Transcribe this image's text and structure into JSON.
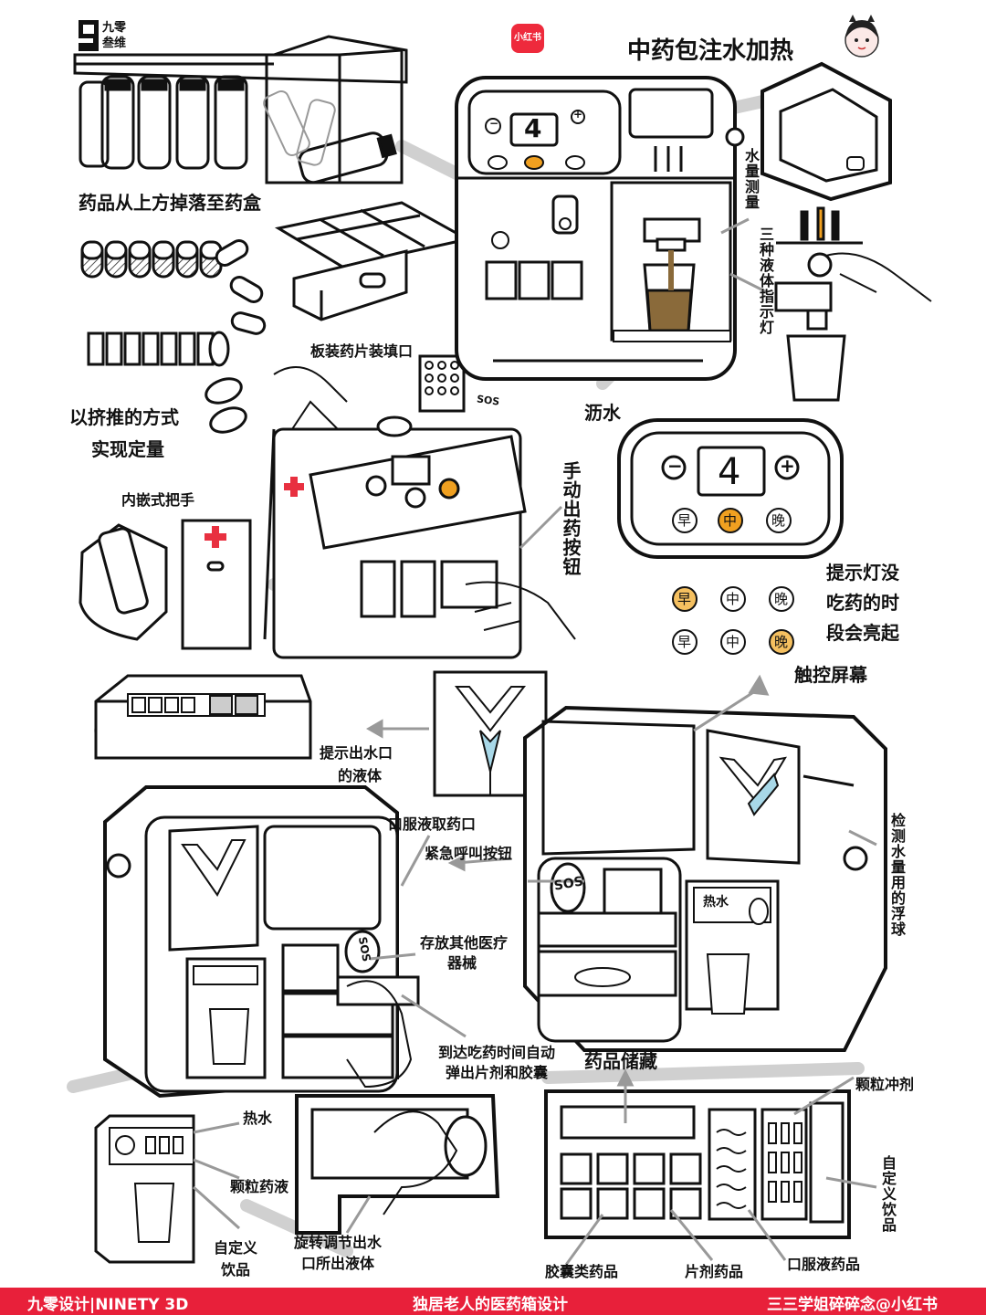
{
  "brand": {
    "logo_line1": "九零",
    "logo_line2": "叁维",
    "xhs_badge": "小红书"
  },
  "top_section": {
    "title": "中药包注水加热",
    "labels": {
      "drop": "药品从上方掉落至药盒",
      "blister": "板装药片装填口",
      "squeeze_line1": "以挤推的方式",
      "squeeze_line2": "实现定量",
      "handle": "内嵌式把手",
      "drain": "沥水",
      "water_level": "水量测量",
      "indicator_lights": "三种液体指示灯",
      "manual_button": "手动出药按钮",
      "reminder_line1": "提示灯没",
      "reminder_line2": "吃药的时",
      "reminder_line3": "段会亮起"
    },
    "control_panel": {
      "display_value": "4",
      "minus": "−",
      "plus": "+",
      "morning": "早",
      "noon": "中",
      "evening": "晚"
    },
    "sos": "SOS"
  },
  "bottom_section": {
    "labels": {
      "touch_screen": "触控屏幕",
      "outlet_hint_line1": "提示出水口",
      "outlet_hint_line2": "的液体",
      "oral_liquid_outlet": "口服液取药口",
      "emergency_button": "紧急呼叫按钮",
      "storage_other_line1": "存放其他医疗",
      "storage_other_line2": "器械",
      "auto_eject_line1": "到达吃药时间自动",
      "auto_eject_line2": "弹出片剂和胶囊",
      "float": "检测水量用的浮球",
      "drug_storage": "药品储藏",
      "granule": "颗粒冲剂",
      "hot_water": "热水",
      "granule_liquid": "颗粒药液",
      "custom_drink_line1": "自定义",
      "custom_drink_line2": "饮品",
      "rotate_line1": "旋转调节出水",
      "rotate_line2": "口所出液体",
      "custom_drink_right": "自定义饮品",
      "capsule": "胶囊类药品",
      "tablet": "片剂药品",
      "oral_liquid": "口服液药品"
    },
    "machine_sos": "SOS",
    "hot_water_tag": "热水"
  },
  "footer": {
    "left": "九零设计|NINETY 3D",
    "center": "独居老人的医药箱设计",
    "right": "三三学姐碎碎念@小红书"
  },
  "colors": {
    "footer_bg": "#e8203a",
    "accent_orange": "#f0a020",
    "liquid_brown": "#8a6a3a",
    "liquid_blue": "#a8d8e8",
    "cross_red": "#e83040",
    "sketch_gray": "#bdbdbd"
  }
}
